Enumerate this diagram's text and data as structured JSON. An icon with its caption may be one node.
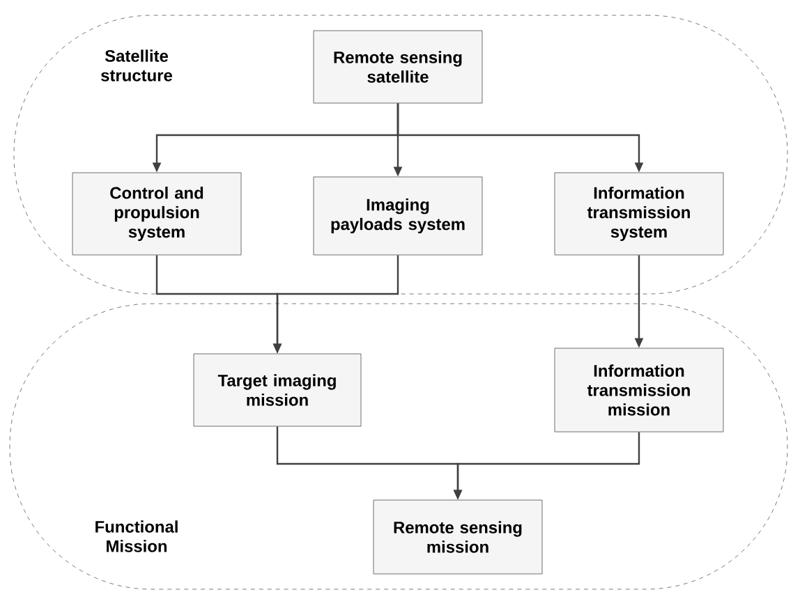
{
  "diagram": {
    "nodes": [
      {
        "text": [
          "Satellite structure"
        ]
      },
      {
        "text": [
          "Remote sensing satellite"
        ],
        "in": 0
      },
      {
        "text": [
          "Control and propulsion system"
        ],
        "in": 0
      },
      {
        "text": [
          "Imaging payloads system"
        ],
        "in": 0
      },
      {
        "text": [
          "Information transmission system"
        ],
        "in": 0
      },
      {
        "text": [
          "Functional Mission"
        ]
      },
      {
        "text": [
          "Target imaging mission"
        ],
        "in": 5
      },
      {
        "text": [
          "Information transmission mission"
        ],
        "in": 5
      },
      {
        "text": [
          "Remote sensing mission"
        ],
        "in": 5
      }
    ],
    "edges": [
      {
        "from": 1,
        "to": 2,
        "arrow": "to"
      },
      {
        "from": 1,
        "to": 3,
        "arrow": "to"
      },
      {
        "from": 1,
        "to": 4,
        "arrow": "to"
      },
      {
        "from": 2,
        "to": 6,
        "arrow": "to"
      },
      {
        "from": 3,
        "to": 6,
        "arrow": "to"
      },
      {
        "from": 4,
        "to": 7,
        "arrow": "to"
      },
      {
        "from": 6,
        "to": 8,
        "arrow": "to"
      },
      {
        "from": 7,
        "to": 8,
        "arrow": "to"
      }
    ]
  }
}
